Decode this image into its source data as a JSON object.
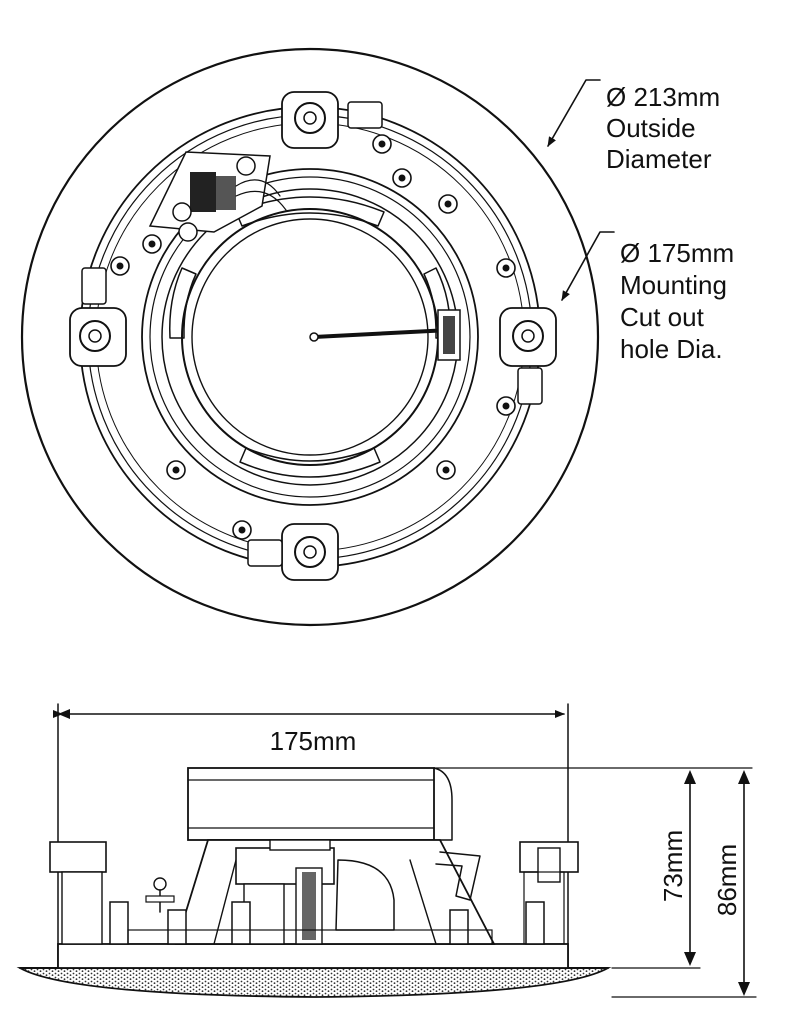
{
  "top_view": {
    "outside_diameter": {
      "line1": "Ø 213mm",
      "line2": "Outside",
      "line3": "Diameter"
    },
    "cutout": {
      "line1": "Ø 175mm",
      "line2": "Mounting",
      "line3": "Cut out",
      "line4": "hole Dia."
    }
  },
  "side_view": {
    "width_label": "175mm",
    "body_height_label": "73mm",
    "total_height_label": "86mm"
  }
}
